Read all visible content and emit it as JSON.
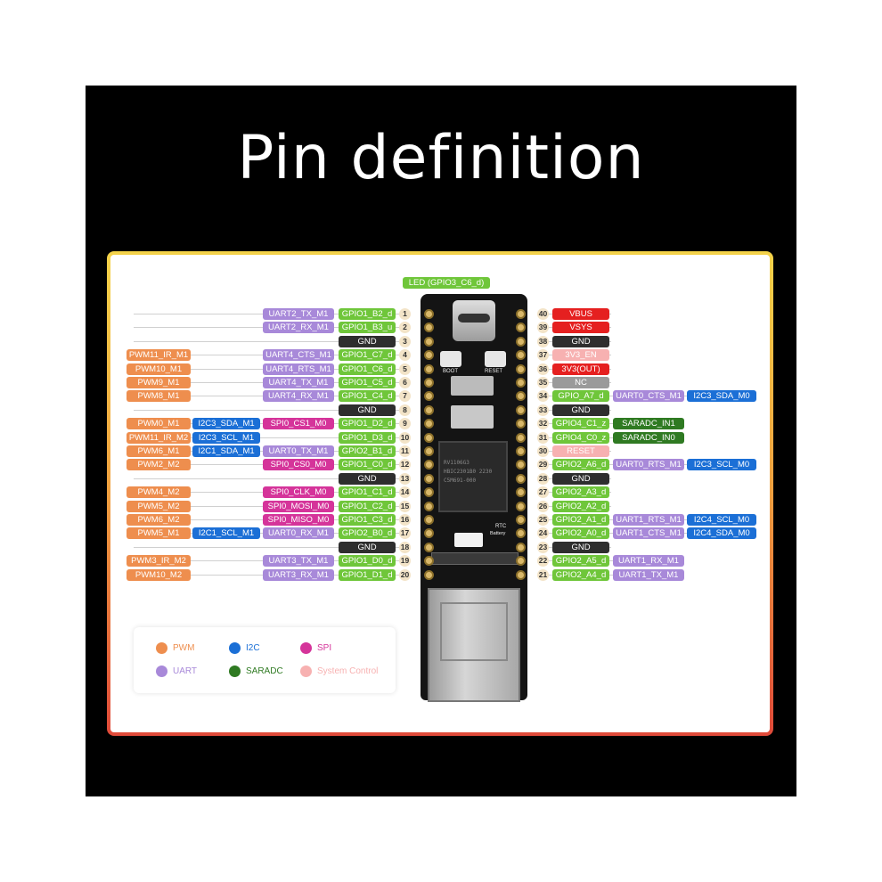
{
  "title": "Pin definition",
  "led": "LED (GPIO3_C6_d)",
  "board_labels": {
    "boot": "BOOT",
    "reset": "RESET",
    "rtc": "RTC",
    "battery": "Battery",
    "chip": [
      "RV1106G3",
      "HBIC2301B0 2230",
      "C5M691-000"
    ]
  },
  "legend": [
    {
      "name": "PWM",
      "color": "#ee8e4e"
    },
    {
      "name": "I2C",
      "color": "#1b6fd6"
    },
    {
      "name": "SPI",
      "color": "#d5349a"
    },
    {
      "name": "UART",
      "color": "#a889d9"
    },
    {
      "name": "SARADC",
      "color": "#2f7a22"
    },
    {
      "name": "System Control",
      "color": "#f7b1b1"
    }
  ],
  "left_pins": [
    {
      "num": "1",
      "gpio": "GPIO1_B2_d",
      "gpio_type": "gpio",
      "f1": "UART2_TX_M1",
      "f1t": "uart"
    },
    {
      "num": "2",
      "gpio": "GPIO1_B3_u",
      "gpio_type": "gpio",
      "f1": "UART2_RX_M1",
      "f1t": "uart"
    },
    {
      "num": "3",
      "gpio": "GND",
      "gpio_type": "gnd"
    },
    {
      "num": "4",
      "gpio": "GPIO1_C7_d",
      "gpio_type": "gpio",
      "f1": "UART4_CTS_M1",
      "f1t": "uart",
      "f3": "PWM11_IR_M1",
      "f3t": "pwm"
    },
    {
      "num": "5",
      "gpio": "GPIO1_C6_d",
      "gpio_type": "gpio",
      "f1": "UART4_RTS_M1",
      "f1t": "uart",
      "f3": "PWM10_M1",
      "f3t": "pwm"
    },
    {
      "num": "6",
      "gpio": "GPIO1_C5_d",
      "gpio_type": "gpio",
      "f1": "UART4_TX_M1",
      "f1t": "uart",
      "f3": "PWM9_M1",
      "f3t": "pwm"
    },
    {
      "num": "7",
      "gpio": "GPIO1_C4_d",
      "gpio_type": "gpio",
      "f1": "UART4_RX_M1",
      "f1t": "uart",
      "f3": "PWM8_M1",
      "f3t": "pwm"
    },
    {
      "num": "8",
      "gpio": "GND",
      "gpio_type": "gnd"
    },
    {
      "num": "9",
      "gpio": "GPIO1_D2_d",
      "gpio_type": "gpio",
      "f1": "SPI0_CS1_M0",
      "f1t": "spi",
      "f2": "I2C3_SDA_M1",
      "f2t": "i2c",
      "f3": "PWM0_M1",
      "f3t": "pwm"
    },
    {
      "num": "10",
      "gpio": "GPIO1_D3_d",
      "gpio_type": "gpio",
      "f2": "I2C3_SCL_M1",
      "f2t": "i2c",
      "f3": "PWM11_IR_M2",
      "f3t": "pwm"
    },
    {
      "num": "11",
      "gpio": "GPIO2_B1_d",
      "gpio_type": "gpio",
      "f1": "UART0_TX_M1",
      "f1t": "uart",
      "f2": "I2C1_SDA_M1",
      "f2t": "i2c",
      "f3": "PWM6_M1",
      "f3t": "pwm"
    },
    {
      "num": "12",
      "gpio": "GPIO1_C0_d",
      "gpio_type": "gpio",
      "f1": "SPI0_CS0_M0",
      "f1t": "spi",
      "f3": "PWM2_M2",
      "f3t": "pwm"
    },
    {
      "num": "13",
      "gpio": "GND",
      "gpio_type": "gnd"
    },
    {
      "num": "14",
      "gpio": "GPIO1_C1_d",
      "gpio_type": "gpio",
      "f1": "SPI0_CLK_M0",
      "f1t": "spi",
      "f3": "PWM4_M2",
      "f3t": "pwm"
    },
    {
      "num": "15",
      "gpio": "GPIO1_C2_d",
      "gpio_type": "gpio",
      "f1": "SPI0_MOSI_M0",
      "f1t": "spi",
      "f3": "PWM5_M2",
      "f3t": "pwm"
    },
    {
      "num": "16",
      "gpio": "GPIO1_C3_d",
      "gpio_type": "gpio",
      "f1": "SPI0_MISO_M0",
      "f1t": "spi",
      "f3": "PWM6_M2",
      "f3t": "pwm"
    },
    {
      "num": "17",
      "gpio": "GPIO2_B0_d",
      "gpio_type": "gpio",
      "f1": "UART0_RX_M1",
      "f1t": "uart",
      "f2": "I2C1_SCL_M1",
      "f2t": "i2c",
      "f3": "PWM5_M1",
      "f3t": "pwm"
    },
    {
      "num": "18",
      "gpio": "GND",
      "gpio_type": "gnd"
    },
    {
      "num": "19",
      "gpio": "GPIO1_D0_d",
      "gpio_type": "gpio",
      "f1": "UART3_TX_M1",
      "f1t": "uart",
      "f3": "PWM3_IR_M2",
      "f3t": "pwm"
    },
    {
      "num": "20",
      "gpio": "GPIO1_D1_d",
      "gpio_type": "gpio",
      "f1": "UART3_RX_M1",
      "f1t": "uart",
      "f3": "PWM10_M2",
      "f3t": "pwm"
    }
  ],
  "right_pins": [
    {
      "num": "40",
      "gpio": "VBUS",
      "gpio_type": "power"
    },
    {
      "num": "39",
      "gpio": "VSYS",
      "gpio_type": "power"
    },
    {
      "num": "38",
      "gpio": "GND",
      "gpio_type": "gnd"
    },
    {
      "num": "37",
      "gpio": "3V3_EN",
      "gpio_type": "sys"
    },
    {
      "num": "36",
      "gpio": "3V3(OUT)",
      "gpio_type": "power"
    },
    {
      "num": "35",
      "gpio": "NC",
      "gpio_type": "nc"
    },
    {
      "num": "34",
      "gpio": "GPIO_A7_d",
      "gpio_type": "gpio",
      "f1": "UART0_CTS_M1",
      "f1t": "uart",
      "f2": "I2C3_SDA_M0",
      "f2t": "i2c"
    },
    {
      "num": "33",
      "gpio": "GND",
      "gpio_type": "gnd"
    },
    {
      "num": "32",
      "gpio": "GPIO4_C1_z",
      "gpio_type": "gpio",
      "f1": "SARADC_IN1",
      "f1t": "saradc"
    },
    {
      "num": "31",
      "gpio": "GPIO4_C0_z",
      "gpio_type": "gpio",
      "f1": "SARADC_IN0",
      "f1t": "saradc"
    },
    {
      "num": "30",
      "gpio": "RESET",
      "gpio_type": "sys"
    },
    {
      "num": "29",
      "gpio": "GPIO2_A6_d",
      "gpio_type": "gpio",
      "f1": "UART0_RTS_M1",
      "f1t": "uart",
      "f2": "I2C3_SCL_M0",
      "f2t": "i2c"
    },
    {
      "num": "28",
      "gpio": "GND",
      "gpio_type": "gnd"
    },
    {
      "num": "27",
      "gpio": "GPIO2_A3_d",
      "gpio_type": "gpio"
    },
    {
      "num": "26",
      "gpio": "GPIO2_A2_d",
      "gpio_type": "gpio"
    },
    {
      "num": "25",
      "gpio": "GPIO2_A1_d",
      "gpio_type": "gpio",
      "f1": "UART1_RTS_M1",
      "f1t": "uart",
      "f2": "I2C4_SCL_M0",
      "f2t": "i2c"
    },
    {
      "num": "24",
      "gpio": "GPIO2_A0_d",
      "gpio_type": "gpio",
      "f1": "UART1_CTS_M1",
      "f1t": "uart",
      "f2": "I2C4_SDA_M0",
      "f2t": "i2c"
    },
    {
      "num": "23",
      "gpio": "GND",
      "gpio_type": "gnd"
    },
    {
      "num": "22",
      "gpio": "GPIO2_A5_d",
      "gpio_type": "gpio",
      "f1": "UART1_RX_M1",
      "f1t": "uart"
    },
    {
      "num": "21",
      "gpio": "GPIO2_A4_d",
      "gpio_type": "gpio",
      "f1": "UART1_TX_M1",
      "f1t": "uart"
    }
  ]
}
